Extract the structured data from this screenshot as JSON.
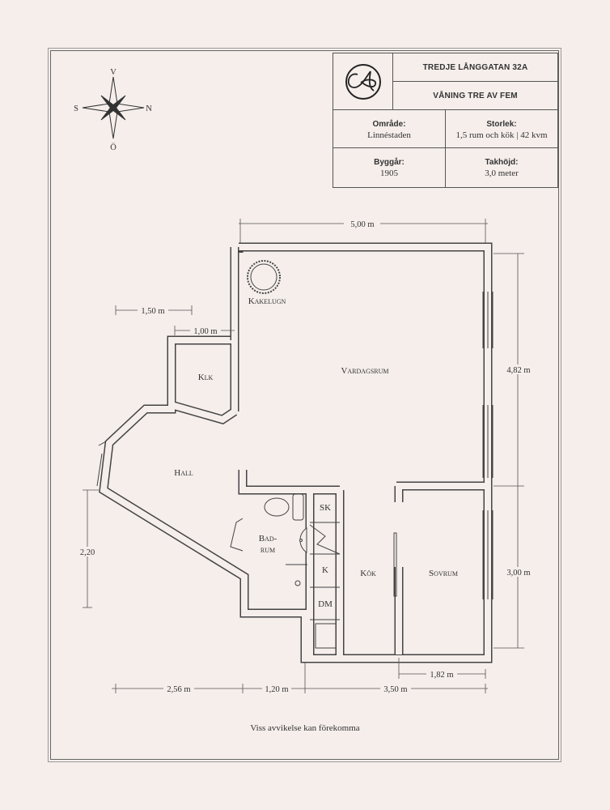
{
  "header": {
    "logo": "CA monogram",
    "address": "TREDJE LÅNGGATAN 32A",
    "floor": "VÅNING TRE AV FEM",
    "area_label": "Område:",
    "area_value": "Linnéstaden",
    "size_label": "Storlek:",
    "size_value": "1,5 rum och kök | 42 kvm",
    "year_label": "Byggår:",
    "year_value": "1905",
    "height_label": "Takhöjd:",
    "height_value": "3,0 meter"
  },
  "compass": {
    "north": "N",
    "south": "S",
    "east": "Ö",
    "west": "V"
  },
  "rooms": {
    "kakelugn": "Kakelugn",
    "vardagsrum": "Vardagsrum",
    "klk": "Klk",
    "hall": "Hall",
    "bad1": "Bad-",
    "bad2": "rum",
    "sk": "SK",
    "k": "K",
    "dm": "DM",
    "kok": "Kök",
    "sovrum": "Sovrum"
  },
  "dimensions": {
    "top": "5,00 m",
    "right_upper": "4,82 m",
    "right_lower": "3,00 m",
    "left": "2,20",
    "klk_outer": "1,50 m",
    "klk_inner": "1,00 m",
    "bottom_1": "2,56 m",
    "bottom_2": "1,20 m",
    "bottom_3": "3,50 m",
    "bedroom": "1,82 m"
  },
  "note": "Viss avvikelse kan förekomma"
}
